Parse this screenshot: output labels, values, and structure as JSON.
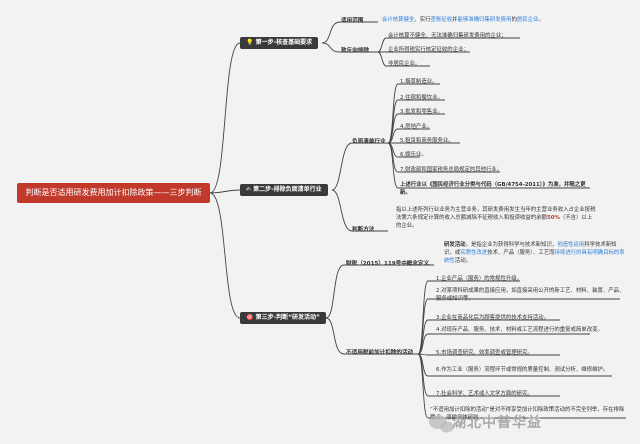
{
  "root": "判断是否适用研发费用加计扣除政策——三步判断",
  "step1": {
    "title": "第一步-核查基础要求",
    "icon": "lightbulb-icon",
    "scope_label": "适用范围",
    "scope_pre": "会计核算健全",
    "scope_mid1": "、实行",
    "scope_mid2": "查账征收",
    "scope_mid3": "并",
    "scope_mid4": "能够准确归集研发费用",
    "scope_mid5": "的",
    "scope_end": "居民企业",
    "scope_tail": "。",
    "reverse_label": "致反向排除",
    "reverse_items": [
      "会计核算不健全、无法准确归集研发费用的企业；",
      "企业所得税实行核定征收的企业；",
      "非居民企业。"
    ]
  },
  "step2": {
    "title": "第二步-排除负面清单行业",
    "icon": "writing-hand-icon",
    "negative_label": "负面清单行业",
    "negative_items": [
      "1.烟草制造业。",
      "2.住宿和餐饮业。",
      "3.批发和零售业。",
      "4.房地产业。",
      "5.租赁和商务服务业。",
      "6.娱乐业。",
      "7.财政部和国家税务总局规定的其他行业。"
    ],
    "negative_note": "上述行业以《国民经济行业分类与代码（GB/4754-2011）》为准，并随之更新。",
    "method_label": "判断方法",
    "method_pre": "指以上述所列行业业务为主营业务，其研发费用发生当年的主营业务收入占企业按税法第六条规定计算的收入总额减除不征税收入和投资收益的余额",
    "method_pct": "50%",
    "method_post": "（不含）以上的企业。"
  },
  "step3": {
    "title": "第三步-判断“研发活动”",
    "icon": "target-icon",
    "def_label": "财税〔2015〕119号中概念定义",
    "def_head": "研发活动",
    "def_pre": "，是指企业为获得科学与技术新知识，",
    "def_blue1": "创造性运用",
    "def_mid1": "科学技术新知识，或",
    "def_blue2": "实质性改进",
    "def_mid2": "技术、产品（服务）、工艺而",
    "def_blue3": "持续进行的具有明确目标的系统性",
    "def_end": "活动。",
    "excl_label": "不适用税前加计扣除的活动",
    "excl_items": [
      "1.企业产品（服务）的常规性升级。",
      "2.对某项科研成果的直接应用，如直接采用公开的新工艺、材料、装置、产品、服务或知识等。",
      "3.企业在商品化后为顾客提供的技术支持活动。",
      "4.对现存产品、服务、技术、材料或工艺流程进行的重复或简单改变。",
      "5.市场调查研究、效率调查或管理研究。",
      "6.作为工业（服务）流程环节或常规的质量控制、测试分析、维修维护。",
      "7.社会科学、艺术或人文学方面的研究。"
    ],
    "excl_note": "“不适用加计扣除的活动”是对不得享受加计扣除政策活动的不完全列举，存在排除要点，须做具体研判。"
  },
  "watermark": "湖北中普华益"
}
